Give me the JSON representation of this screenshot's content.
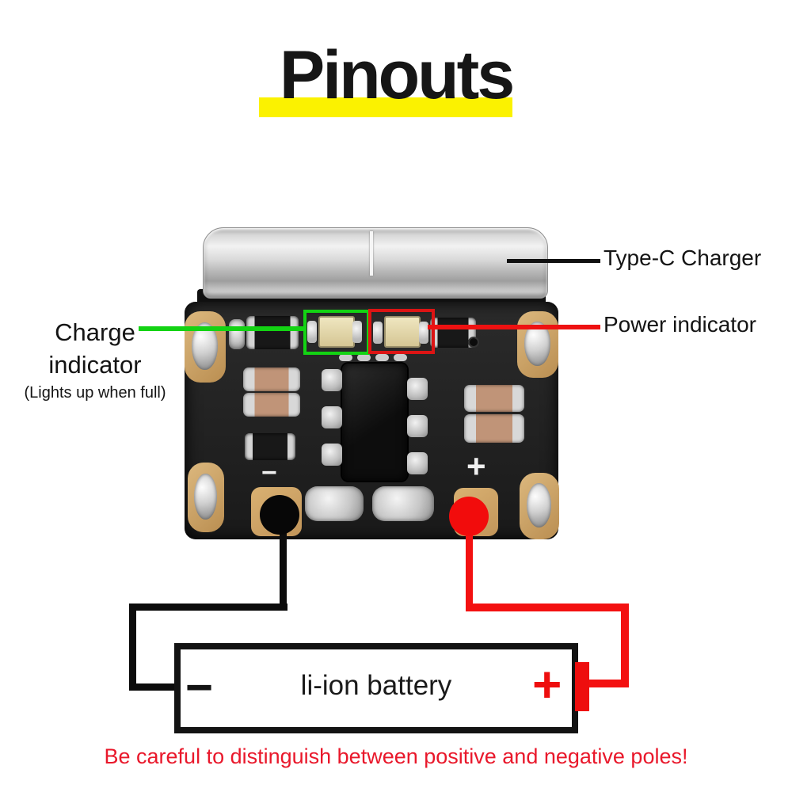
{
  "title": "Pinouts",
  "annotations": {
    "type_c_charger": "Type-C Charger",
    "power_indicator": "Power indicator",
    "charge_indicator_line1": "Charge",
    "charge_indicator_line2": "indicator",
    "charge_indicator_note": "(Lights up when full)"
  },
  "pcb": {
    "silkscreen_minus": "−",
    "silkscreen_plus": "+"
  },
  "battery": {
    "minus_sign": "−",
    "label": "li-ion battery",
    "plus_sign": "+"
  },
  "warning": "Be careful to distinguish between positive and negative poles!",
  "colors": {
    "highlight_yellow": "#fbf200",
    "label_black": "#141414",
    "annotation_red": "#ee1111",
    "annotation_green": "#13d313",
    "wire_black": "#0c0c0c",
    "wire_red": "#f31111",
    "warning_red": "#e9182b",
    "battery_terminal_red": "#ee0e0e",
    "pcb_dark": "#1e1e1e",
    "pad_gold": "#c99a5c",
    "connector_silver": "#cfcfcf",
    "led_beige": "#e8dcae"
  }
}
